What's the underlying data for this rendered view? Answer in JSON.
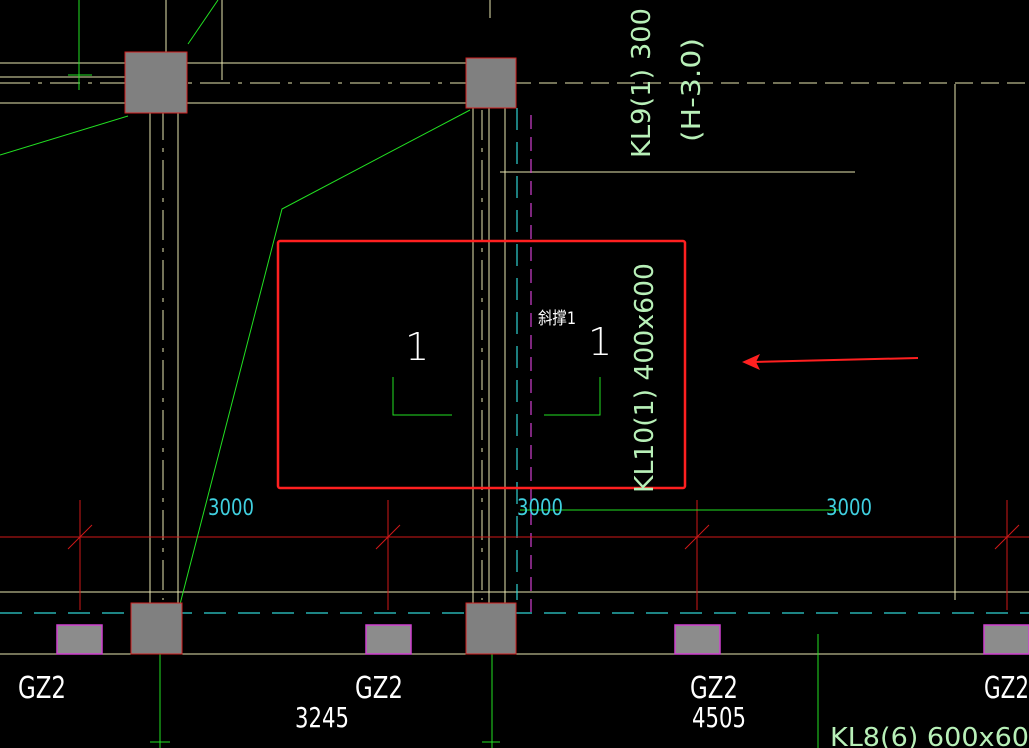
{
  "colors": {
    "background": "#000000",
    "beam_line": "#e8e6b0",
    "axis_red": "#d01818",
    "green_line": "#22e022",
    "cyan_dash": "#2fd3d3",
    "magenta_dash": "#d040d0",
    "column_fill": "#808080",
    "column_border": "#d02020",
    "gz_fill": "#8c8c8c",
    "gz_border": "#d040d0",
    "highlight_box": "#ff2020",
    "pointer_arrow": "#ff2020",
    "text_white": "#ffffff",
    "text_green": "#b8f0b8",
    "text_cyan": "#40d0e0"
  },
  "labels": {
    "kl9": "KL9(1) 300",
    "kl9_sub": "(H-3.0)",
    "kl10": "KL10(1) 400x600",
    "kl8": "KL8(6) 600x60",
    "brace": "斜撑1",
    "section_left_num": "1",
    "section_right_num": "1",
    "dim_left": "3000",
    "dim_mid": "3000",
    "dim_right": "3000",
    "gz_1": "GZ2",
    "gz_2": "GZ2",
    "gz_3": "GZ2",
    "gz_4": "GZ2",
    "elev_1": "3245",
    "elev_2": "4505"
  },
  "icons": {
    "pointer": "red-arrow-left-icon"
  }
}
